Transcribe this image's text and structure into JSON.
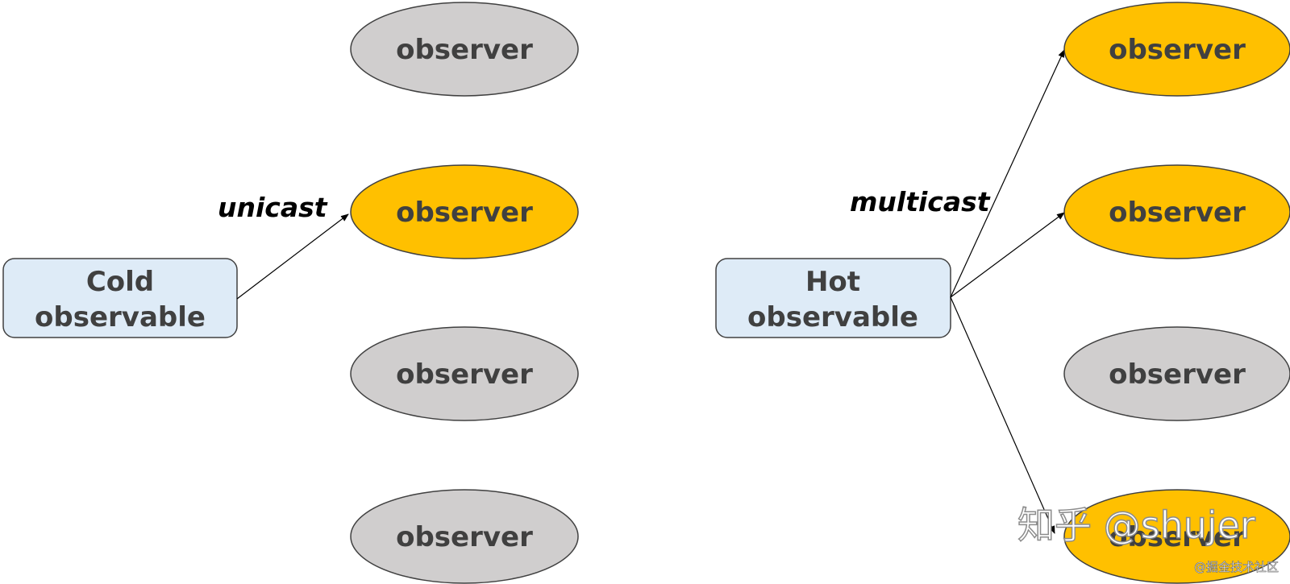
{
  "colors": {
    "observable_fill": "#deebf7",
    "observable_stroke": "#404040",
    "observer_active": "#ffc000",
    "observer_inactive": "#d0cece",
    "observer_stroke": "#404040",
    "label_text": "#404040",
    "edge": "#000000"
  },
  "cold": {
    "source_line1": "Cold",
    "source_line2": "observable",
    "edge_label": "unicast",
    "observers": [
      {
        "label": "observer",
        "active": false
      },
      {
        "label": "observer",
        "active": true
      },
      {
        "label": "observer",
        "active": false
      },
      {
        "label": "observer",
        "active": false
      }
    ]
  },
  "hot": {
    "source_line1": "Hot",
    "source_line2": "observable",
    "edge_label": "multicast",
    "observers": [
      {
        "label": "observer",
        "active": true
      },
      {
        "label": "observer",
        "active": true
      },
      {
        "label": "observer",
        "active": false
      },
      {
        "label": "observer",
        "active": true
      }
    ]
  },
  "watermark": {
    "main": "知乎 @shujer",
    "sub": "@掘金技术社区"
  }
}
